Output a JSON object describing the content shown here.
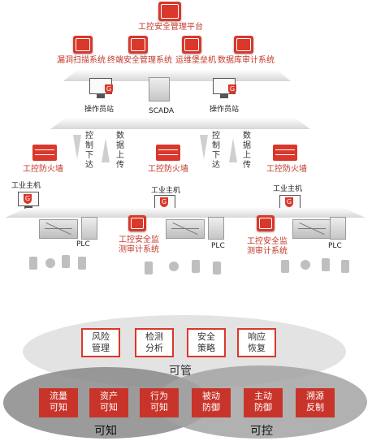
{
  "top": {
    "platform": "工控安全管理平台",
    "systems": [
      "漏洞扫描系统",
      "终端安全管理系统",
      "运维堡垒机",
      "数据库审计系统"
    ]
  },
  "middle": {
    "op_station_left": "操作员站",
    "scada": "SCADA",
    "op_station_right": "操作员站",
    "control_down": "控制下达",
    "data_up": "数据上传",
    "firewall": "工控防火墙",
    "industrial_host": "工业主机",
    "plc": "PLC",
    "audit_system_a": "工控安全监",
    "audit_system_b": "测审计系统"
  },
  "bottom": {
    "manage": [
      "风险管理",
      "检测分析",
      "安全策略",
      "响应恢复"
    ],
    "manage_label": "可管",
    "know": [
      "流量可知",
      "资产可知",
      "行为可知"
    ],
    "control": [
      "被动防御",
      "主动防御",
      "溯源反制"
    ],
    "know_label": "可知",
    "control_label": "可控"
  },
  "colors": {
    "accent": "#d9382b",
    "band": "#d7d7d7"
  }
}
